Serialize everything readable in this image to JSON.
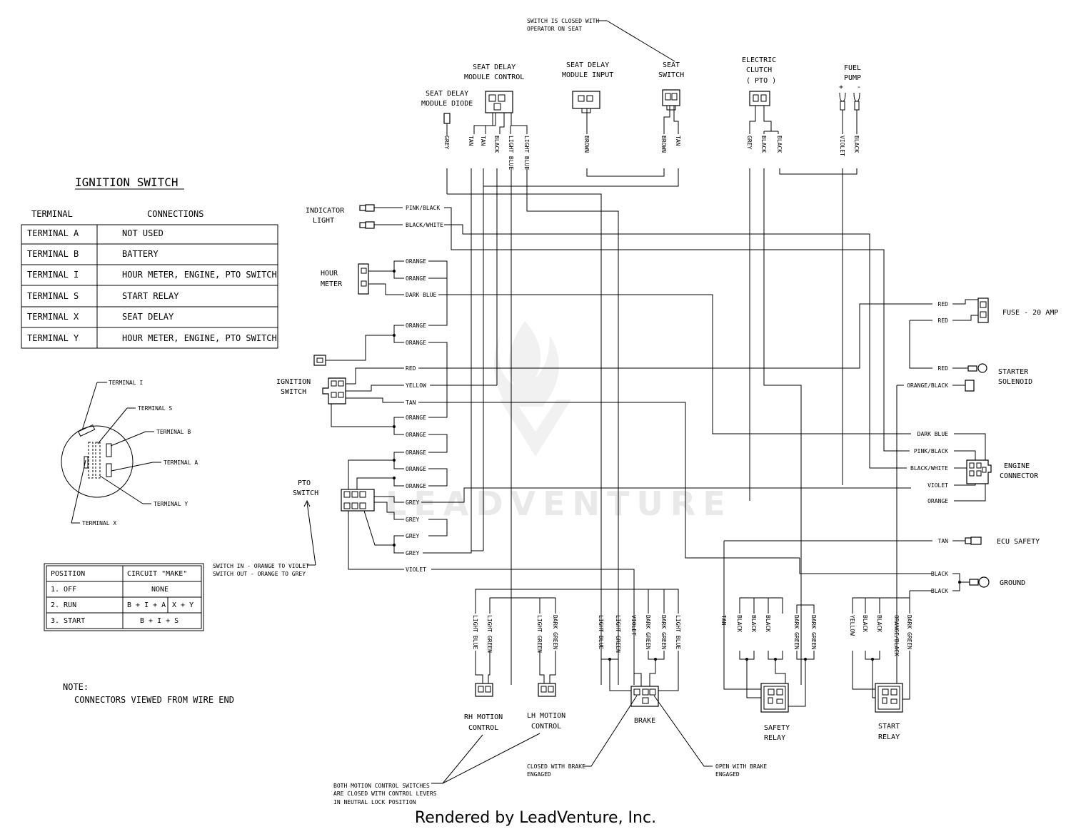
{
  "footer": "Rendered by LeadVenture, Inc.",
  "watermark": "LEADVENTURE",
  "ignition_table": {
    "title": "IGNITION SWITCH",
    "col_terminal": "TERMINAL",
    "col_connections": "CONNECTIONS",
    "rows": [
      {
        "terminal": "TERMINAL  A",
        "connection": "NOT USED"
      },
      {
        "terminal": "TERMINAL  B",
        "connection": "BATTERY"
      },
      {
        "terminal": "TERMINAL  I",
        "connection": "HOUR METER, ENGINE, PTO SWITCH"
      },
      {
        "terminal": "TERMINAL  S",
        "connection": "START RELAY"
      },
      {
        "terminal": "TERMINAL  X",
        "connection": "SEAT DELAY"
      },
      {
        "terminal": "TERMINAL  Y",
        "connection": "HOUR METER, ENGINE, PTO SWITCH"
      }
    ]
  },
  "switch_face": {
    "terminal_i": "TERMINAL I",
    "terminal_s": "TERMINAL S",
    "terminal_b": "TERMINAL B",
    "terminal_a": "TERMINAL A",
    "terminal_y": "TERMINAL Y",
    "terminal_x": "TERMINAL X"
  },
  "position_table": {
    "col_position": "POSITION",
    "col_circuit": "CIRCUIT \"MAKE\"",
    "rows": [
      {
        "position": "1. OFF",
        "circuit": "NONE",
        "circuit2": ""
      },
      {
        "position": "2. RUN",
        "circuit": "B + I + A",
        "circuit2": "X + Y"
      },
      {
        "position": "3. START",
        "circuit": "B + I + S",
        "circuit2": ""
      }
    ]
  },
  "note": {
    "title": "NOTE:",
    "text": "CONNECTORS VIEWED FROM WIRE END"
  },
  "components": {
    "seat_delay_control": [
      "SEAT DELAY",
      "MODULE CONTROL"
    ],
    "seat_delay_input": [
      "SEAT DELAY",
      "MODULE INPUT"
    ],
    "seat_switch": [
      "SEAT",
      "SWITCH"
    ],
    "seat_delay_diode": [
      "SEAT DELAY",
      "MODULE DIODE"
    ],
    "electric_clutch": [
      "ELECTRIC",
      "CLUTCH",
      "( PTO )"
    ],
    "fuel_pump": [
      "FUEL",
      "PUMP"
    ],
    "indicator_light": [
      "INDICATOR",
      "LIGHT"
    ],
    "hour_meter": [
      "HOUR",
      "METER"
    ],
    "ignition_switch": [
      "IGNITION",
      "SWITCH"
    ],
    "pto_switch": [
      "PTO",
      "SWITCH"
    ],
    "fuse": "FUSE - 20 AMP",
    "starter_solenoid": [
      "STARTER",
      "SOLENOID"
    ],
    "engine_connector": [
      "ENGINE",
      "CONNECTOR"
    ],
    "ecu_safety": "ECU SAFETY",
    "ground": "GROUND",
    "rh_motion": [
      "RH MOTION",
      "CONTROL"
    ],
    "lh_motion": [
      "LH MOTION",
      "CONTROL"
    ],
    "brake": "BRAKE",
    "safety_relay": [
      "SAFETY",
      "RELAY"
    ],
    "start_relay": [
      "START",
      "RELAY"
    ]
  },
  "annotations": {
    "seat_closed": [
      "SWITCH IS CLOSED WITH",
      "OPERATOR ON SEAT"
    ],
    "pto_note": [
      "SWITCH IN - ORANGE TO VIOLET",
      "SWITCH OUT - ORANGE TO GREY"
    ],
    "motion_note": [
      "BOTH MOTION CONTROL SWITCHES",
      "ARE CLOSED WITH CONTROL LEVERS",
      "IN NEUTRAL LOCK POSITION"
    ],
    "brake_closed": [
      "CLOSED WITH BRAKE",
      "ENGAGED"
    ],
    "brake_open": [
      "OPEN WITH BRAKE",
      "ENGAGED"
    ],
    "fuel_plus": "+",
    "fuel_minus": "-"
  },
  "wire_labels": {
    "top": [
      {
        "id": "w-grey-diode",
        "text": "GREY"
      },
      {
        "id": "w-tan-1",
        "text": "TAN"
      },
      {
        "id": "w-tan-2",
        "text": "TAN"
      },
      {
        "id": "w-black-sd",
        "text": "BLACK"
      },
      {
        "id": "w-lblue-1",
        "text": "LIGHT BLUE"
      },
      {
        "id": "w-lblue-2",
        "text": "LIGHT BLUE"
      },
      {
        "id": "w-brown-1",
        "text": "BROWN"
      },
      {
        "id": "w-brown-2",
        "text": "BROWN"
      },
      {
        "id": "w-tan-ss",
        "text": "TAN"
      },
      {
        "id": "w-grey-cl",
        "text": "GREY"
      },
      {
        "id": "w-black-cl1",
        "text": "BLACK"
      },
      {
        "id": "w-black-cl2",
        "text": "BLACK"
      },
      {
        "id": "w-violet-fp",
        "text": "VIOLET"
      },
      {
        "id": "w-black-fp",
        "text": "BLACK"
      }
    ],
    "left": [
      {
        "id": "l-pinkblack",
        "text": "PINK/BLACK"
      },
      {
        "id": "l-blackwhite",
        "text": "BLACK/WHITE"
      },
      {
        "id": "l-or1",
        "text": "ORANGE"
      },
      {
        "id": "l-or2",
        "text": "ORANGE"
      },
      {
        "id": "l-dblue",
        "text": "DARK BLUE"
      },
      {
        "id": "l-or3",
        "text": "ORANGE"
      },
      {
        "id": "l-or4",
        "text": "ORANGE"
      },
      {
        "id": "l-red",
        "text": "RED"
      },
      {
        "id": "l-yellow",
        "text": "YELLOW"
      },
      {
        "id": "l-tan",
        "text": "TAN"
      },
      {
        "id": "l-or5",
        "text": "ORANGE"
      },
      {
        "id": "l-or6",
        "text": "ORANGE"
      },
      {
        "id": "l-or7",
        "text": "ORANGE"
      },
      {
        "id": "l-or8",
        "text": "ORANGE"
      },
      {
        "id": "l-or9",
        "text": "ORANGE"
      },
      {
        "id": "l-gr1",
        "text": "GREY"
      },
      {
        "id": "l-gr2",
        "text": "GREY"
      },
      {
        "id": "l-gr3",
        "text": "GREY"
      },
      {
        "id": "l-gr4",
        "text": "GREY"
      },
      {
        "id": "l-violet",
        "text": "VIOLET"
      }
    ],
    "right": [
      {
        "id": "r-red1",
        "text": "RED"
      },
      {
        "id": "r-red2",
        "text": "RED"
      },
      {
        "id": "r-red3",
        "text": "RED"
      },
      {
        "id": "r-orblack",
        "text": "ORANGE/BLACK"
      },
      {
        "id": "r-dblue",
        "text": "DARK BLUE"
      },
      {
        "id": "r-pinkblack",
        "text": "PINK/BLACK"
      },
      {
        "id": "r-blackwhite",
        "text": "BLACK/WHITE"
      },
      {
        "id": "r-violet",
        "text": "VIOLET"
      },
      {
        "id": "r-orange",
        "text": "ORANGE"
      },
      {
        "id": "r-tan",
        "text": "TAN"
      },
      {
        "id": "r-black1",
        "text": "BLACK"
      },
      {
        "id": "r-black2",
        "text": "BLACK"
      }
    ],
    "bottom": [
      {
        "id": "b-lblue-rh",
        "text": "LIGHT BLUE"
      },
      {
        "id": "b-lgreen-rh",
        "text": "LIGHT GREEN"
      },
      {
        "id": "b-lgreen-lh",
        "text": "LIGHT GREEN"
      },
      {
        "id": "b-dgreen-lh",
        "text": "DARK GREEN"
      },
      {
        "id": "b-lblue-br",
        "text": "LIGHT BLUE"
      },
      {
        "id": "b-lgreen-br",
        "text": "LIGHT GREEN"
      },
      {
        "id": "b-violet-br",
        "text": "VIOLET"
      },
      {
        "id": "b-dgreen-br1",
        "text": "DARK GREEN"
      },
      {
        "id": "b-dgreen-br2",
        "text": "DARK GREEN"
      },
      {
        "id": "b-lblue-br2",
        "text": "LIGHT BLUE"
      },
      {
        "id": "b-tan-sr",
        "text": "TAN"
      },
      {
        "id": "b-black-sr1",
        "text": "BLACK"
      },
      {
        "id": "b-black-sr2",
        "text": "BLACK"
      },
      {
        "id": "b-black-sr3",
        "text": "BLACK"
      },
      {
        "id": "b-dgreen-sr1",
        "text": "DARK GREEN"
      },
      {
        "id": "b-dgreen-sr2",
        "text": "DARK GREEN"
      },
      {
        "id": "b-yellow-st",
        "text": "YELLOW"
      },
      {
        "id": "b-black-st1",
        "text": "BLACK"
      },
      {
        "id": "b-black-st2",
        "text": "BLACK"
      },
      {
        "id": "b-orblack-st",
        "text": "ORANGE/BLACK"
      },
      {
        "id": "b-dgreen-st",
        "text": "DARK GREEN"
      }
    ]
  }
}
